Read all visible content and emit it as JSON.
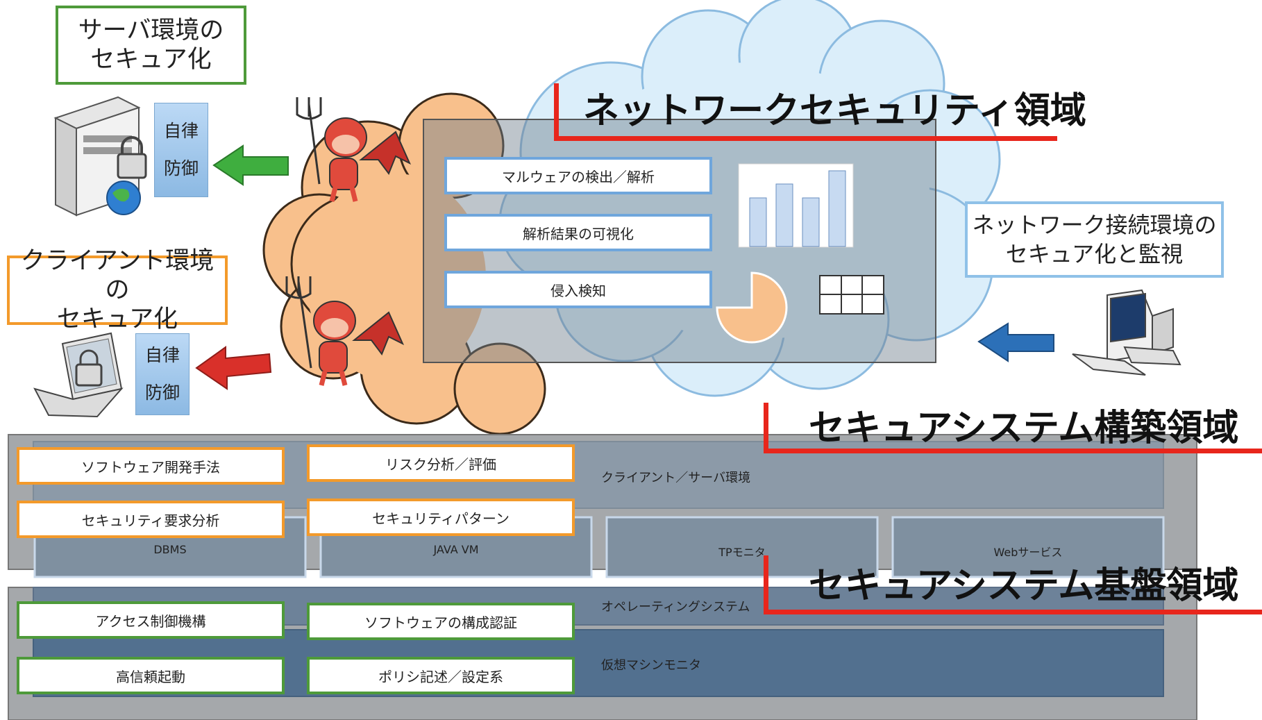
{
  "boxes": {
    "server_env": "サーバ環境の\nセキュア化",
    "client_env": "クライアント環境の\nセキュア化",
    "network_env": "ネットワーク接続環境の\nセキュア化と監視"
  },
  "autonomy": {
    "line1": "自律",
    "line2": "防御"
  },
  "domains": {
    "network_security": "ネットワークセキュリティ領域",
    "system_construction": "セキュアシステム構築領域",
    "system_foundation": "セキュアシステム基盤領域"
  },
  "network_functions": [
    "マルウェアの検出／解析",
    "解析結果の可視化",
    "侵入検知"
  ],
  "construction": {
    "methods": [
      "ソフトウェア開発手法",
      "リスク分析／評価",
      "セキュリティ要求分析",
      "セキュリティパターン"
    ],
    "client_server_env": "クライアント／サーバ環境",
    "components": [
      "DBMS",
      "JAVA VM",
      "TPモニタ",
      "Webサービス"
    ]
  },
  "foundation": {
    "methods": [
      "アクセス制御機構",
      "ソフトウェアの構成認証",
      "高信頼起動",
      "ポリシ記述／設定系"
    ],
    "os": "オペレーティングシステム",
    "vmm": "仮想マシンモニタ"
  },
  "icons": [
    "server-icon",
    "laptop-icon",
    "desktop-computer-icon",
    "devil-icon",
    "bar-chart-icon",
    "pie-chart-icon",
    "table-grid-icon",
    "arrow-icon",
    "cloud-icon"
  ],
  "colors": {
    "red_accent": "#e8261c",
    "green": "#4e9a3a",
    "orange": "#f39a2b",
    "blue": "#6fa6dc",
    "attacker_cloud": "#f8c08c",
    "network_cloud": "#dbeefa"
  }
}
